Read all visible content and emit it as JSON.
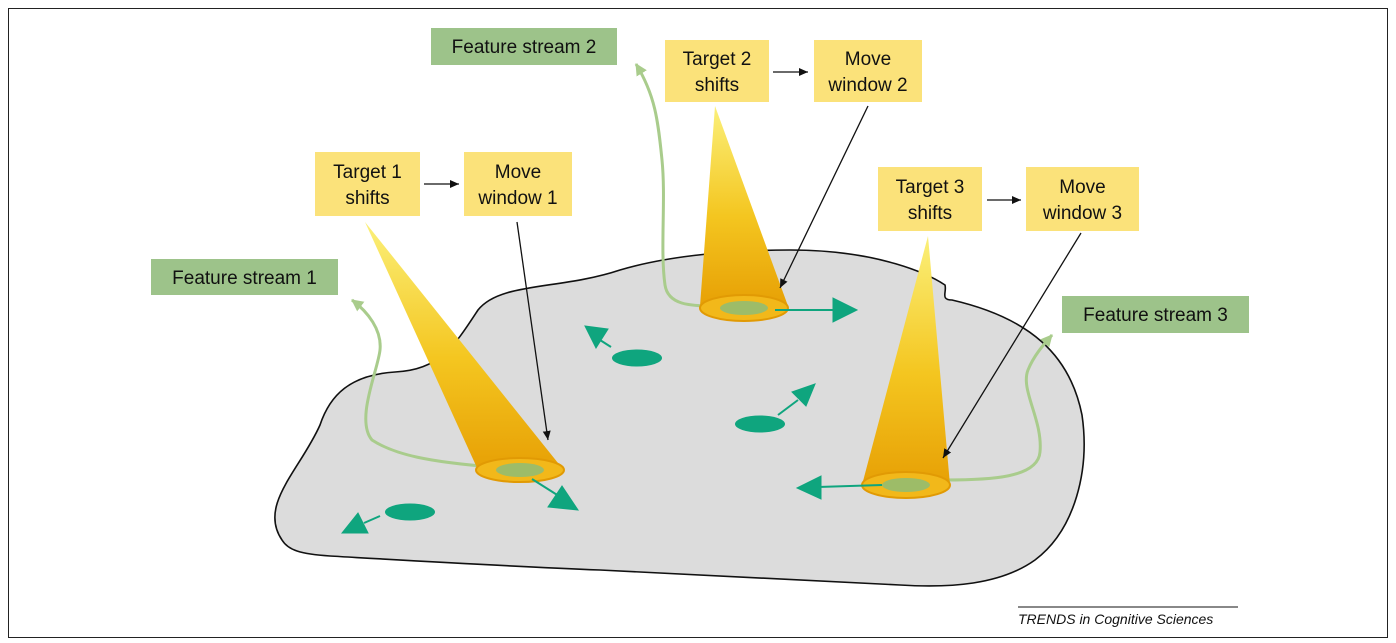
{
  "colors": {
    "surface": "#dcdcdc",
    "feature_box": "#9dc38a",
    "label_box": "#fbe27a",
    "object": "#0fa57e",
    "stream": "#a9cc8c",
    "beam_light": "#fbe96b",
    "beam_dark": "#e9a306"
  },
  "icons": [
    "spotlight-cone-icon",
    "moving-object-icon",
    "motion-arrow-icon"
  ],
  "stream1": {
    "feature_label": "Feature stream 1",
    "target_label_1": "Target 1",
    "target_label_2": "shifts",
    "move_label_1": "Move",
    "move_label_2": "window 1"
  },
  "stream2": {
    "feature_label": "Feature stream 2",
    "target_label_1": "Target 2",
    "target_label_2": "shifts",
    "move_label_1": "Move",
    "move_label_2": "window 2"
  },
  "stream3": {
    "feature_label": "Feature stream 3",
    "target_label_1": "Target 3",
    "target_label_2": "shifts",
    "move_label_1": "Move",
    "move_label_2": "window 3"
  },
  "credit": "TRENDS in Cognitive Sciences"
}
